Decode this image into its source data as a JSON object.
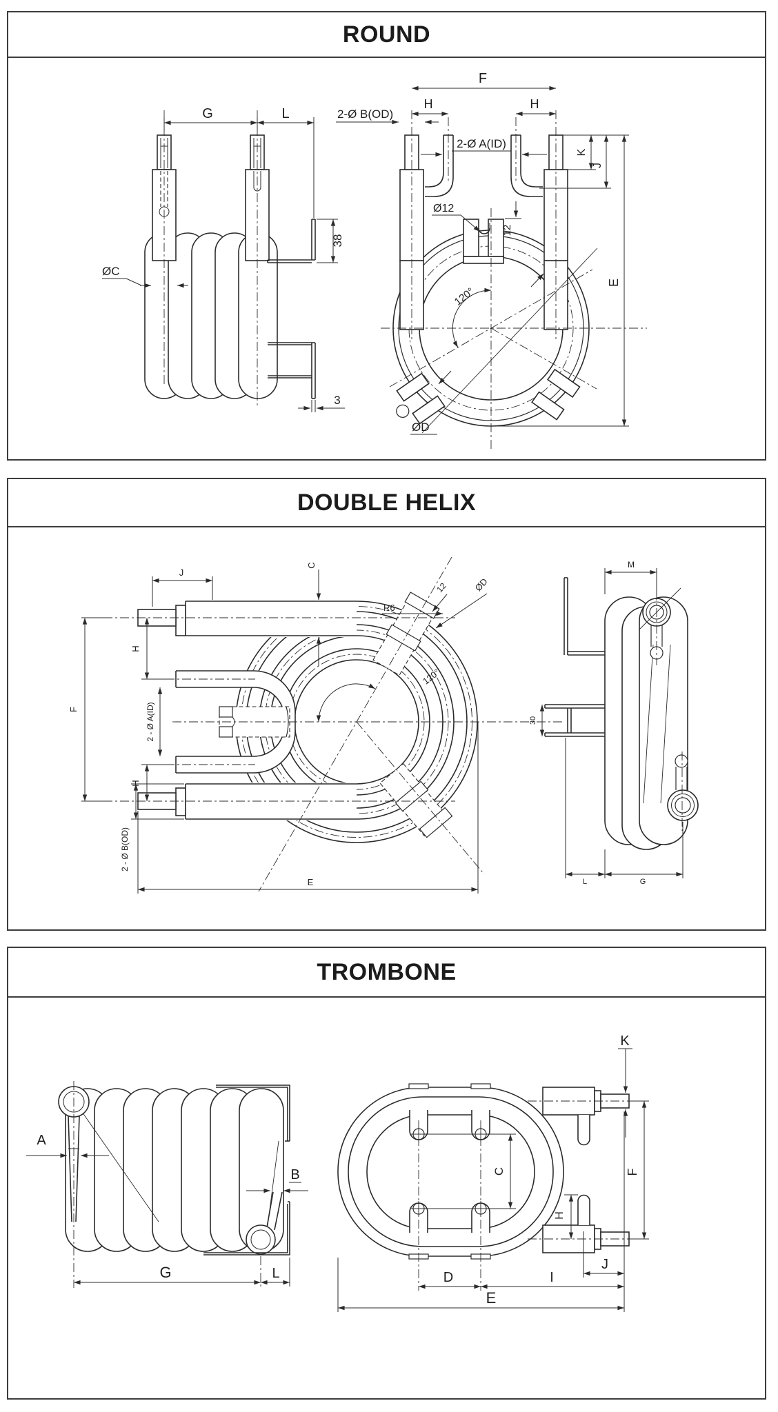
{
  "panels": [
    {
      "id": "round",
      "title": "ROUND",
      "side_view": {
        "dim_g": "G",
        "dim_l": "L",
        "dim_38": "38",
        "label_oc": "ØC",
        "dim_3": "3"
      },
      "front_view": {
        "dim_f": "F",
        "dim_h_left": "H",
        "dim_h_right": "H",
        "label_2ob": "2-Ø B(OD)",
        "label_2oa": "2-Ø A(ID)",
        "dim_k": "K",
        "dim_j": "J",
        "label_o12": "Ø12",
        "dim_12": "12",
        "angle_120": "120°",
        "dim_e": "E",
        "label_od": "ØD"
      }
    },
    {
      "id": "double-helix",
      "title": "DOUBLE HELIX",
      "spiral_view": {
        "dim_j": "J",
        "dim_c": "C",
        "label_r6": "R6",
        "dim_12": "12",
        "label_od": "ØD",
        "dim_h_top": "H",
        "dim_h_bottom": "H",
        "dim_f": "F",
        "label_2oa": "2 - Ø A(ID)",
        "label_2ob": "2 - Ø B(OD)",
        "angle_120": "120°",
        "dim_e": "E"
      },
      "side_view": {
        "dim_m": "M",
        "dim_30": "30",
        "dim_l": "L",
        "dim_g": "G"
      }
    },
    {
      "id": "trombone",
      "title": "TROMBONE",
      "side_view": {
        "dim_a": "A",
        "dim_b": "B",
        "dim_g": "G",
        "dim_l": "L"
      },
      "top_view": {
        "dim_k": "K",
        "dim_f": "F",
        "dim_c": "C",
        "dim_h": "H",
        "dim_j": "J",
        "dim_d": "D",
        "dim_i": "I",
        "dim_e": "E"
      }
    }
  ]
}
